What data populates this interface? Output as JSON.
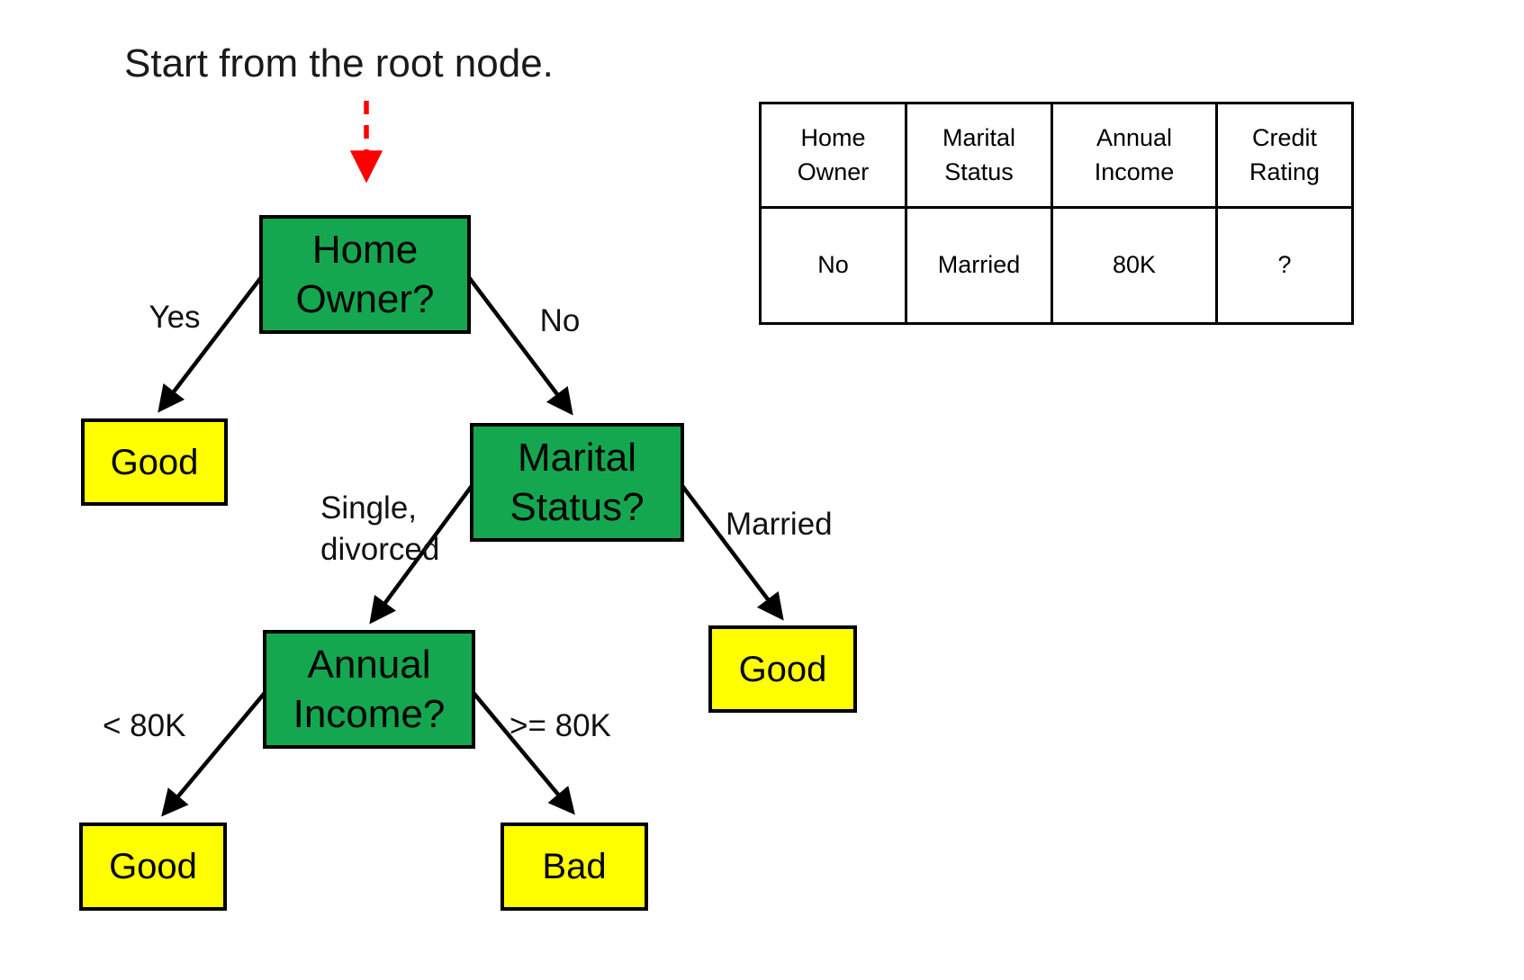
{
  "diagram": {
    "annotation": "Start from the root node.",
    "nodes": {
      "home_owner": {
        "label": "Home Owner?"
      },
      "marital_status": {
        "label": "Marital Status?"
      },
      "annual_income": {
        "label": "Annual Income?"
      }
    },
    "leaves": {
      "good_home_owner": {
        "label": "Good"
      },
      "good_married": {
        "label": "Good"
      },
      "good_low_income": {
        "label": "Good"
      },
      "bad_high_income": {
        "label": "Bad"
      }
    },
    "edge_labels": {
      "yes": "Yes",
      "no": "No",
      "single_divorced": "Single, divorced",
      "married": "Married",
      "lt_80k": "< 80K",
      "gte_80k": ">= 80K"
    },
    "colors": {
      "decision_node_green": "#15a74f",
      "leaf_node_yellow": "#ffff00",
      "pointer_arrow_red": "#ff0000",
      "edge_black": "#000000"
    }
  },
  "table": {
    "headers": [
      "Home Owner",
      "Marital Status",
      "Annual Income",
      "Credit Rating"
    ],
    "row": [
      "No",
      "Married",
      "80K",
      "?"
    ]
  }
}
